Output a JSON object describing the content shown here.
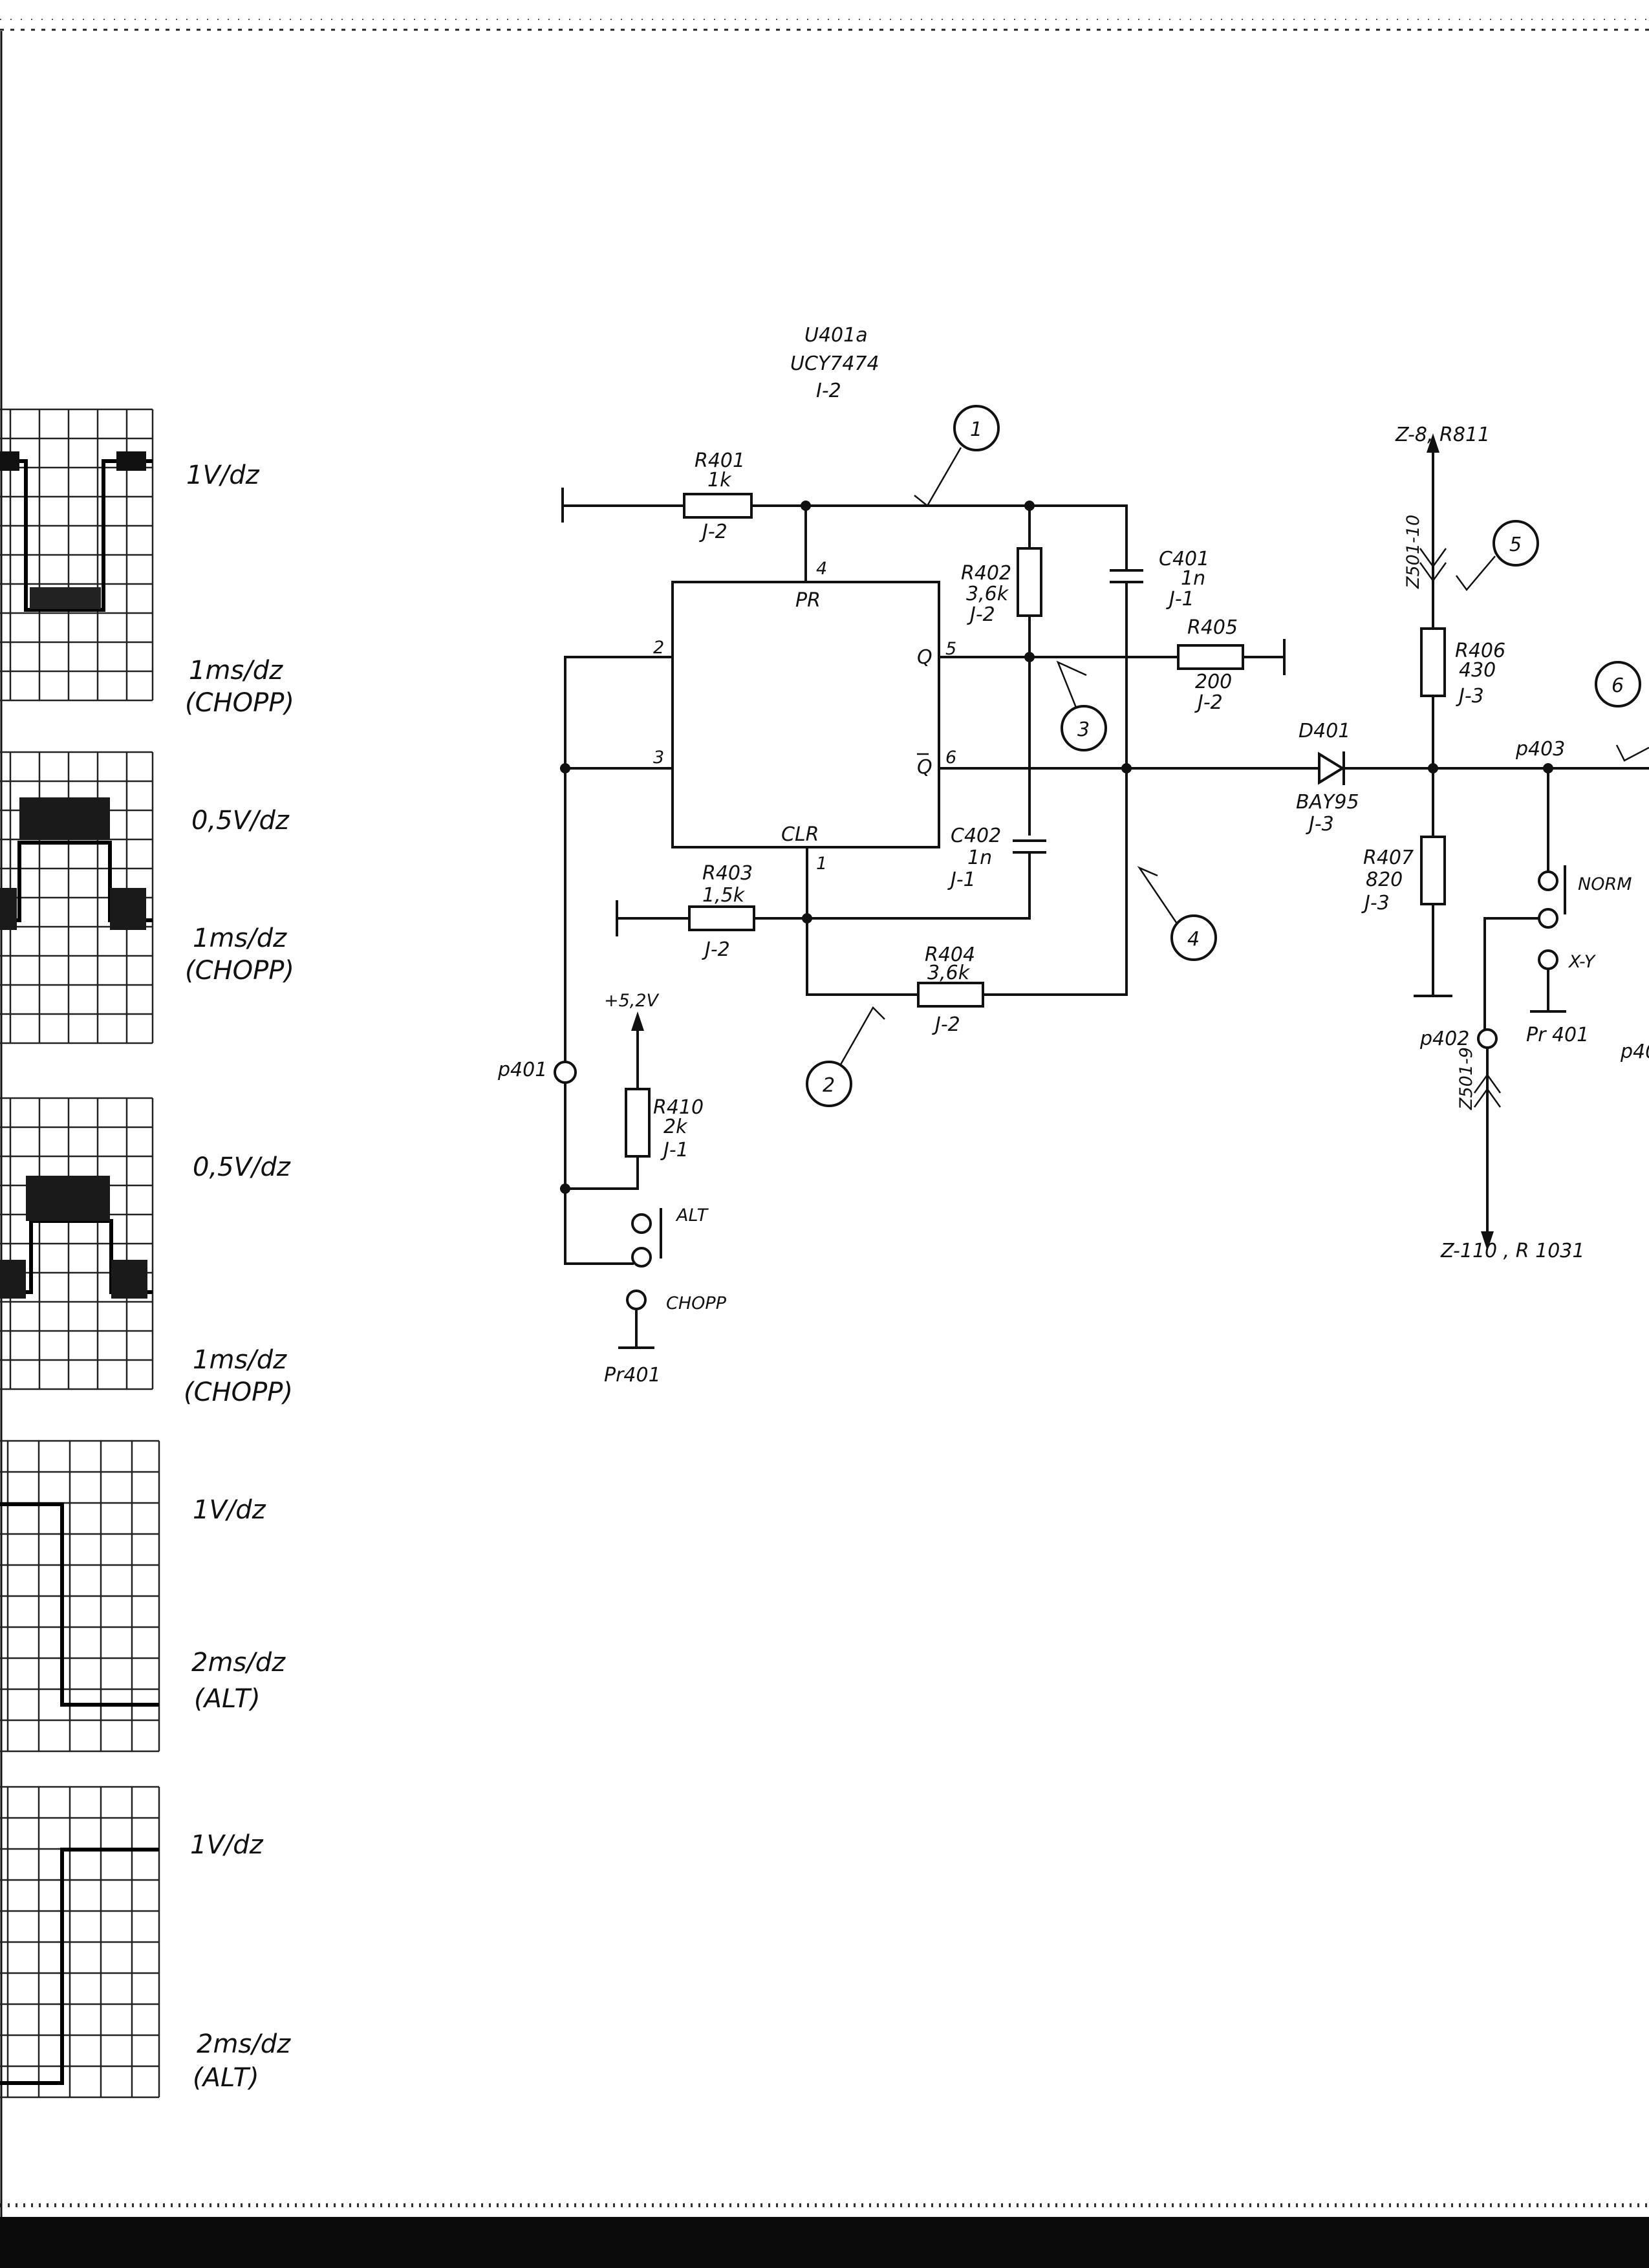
{
  "scope_panels": [
    {
      "volts": "1V/dz",
      "time": "1ms/dz",
      "mode": "(CHOPP)"
    },
    {
      "volts": "0,5V/dz",
      "time": "1ms/dz",
      "mode": "(CHOPP)"
    },
    {
      "volts": "0,5V/dz",
      "time": "1ms/dz",
      "mode": "(CHOPP)"
    },
    {
      "volts": "1V/dz",
      "time": "2ms/dz",
      "mode": "(ALT)"
    },
    {
      "volts": "1V/dz",
      "time": "2ms/dz",
      "mode": "(ALT)"
    }
  ],
  "ic": {
    "ref": "U401a",
    "part": "UCY7474",
    "loc": "I-2",
    "pin_pr": "PR",
    "pin_clr": "CLR",
    "pin_q": "Q",
    "pin_qbar": "Q",
    "pin_4": "4",
    "pin_2": "2",
    "pin_3": "3",
    "pin_5": "5",
    "pin_6": "6",
    "pin_1": "1"
  },
  "components": {
    "r401": {
      "ref": "R401",
      "value": "1k",
      "loc": "J-2"
    },
    "r402": {
      "ref": "R402",
      "value": "3,6k",
      "loc": "J-2"
    },
    "r403": {
      "ref": "R403",
      "value": "1,5k",
      "loc": "J-2"
    },
    "r404": {
      "ref": "R404",
      "value": "3,6k",
      "loc": "J-2"
    },
    "r405": {
      "ref": "R405",
      "value": "200",
      "loc": "J-2"
    },
    "r406": {
      "ref": "R406",
      "value": "430",
      "loc": "J-3"
    },
    "r407": {
      "ref": "R407",
      "value": "820",
      "loc": "J-3"
    },
    "r410": {
      "ref": "R410",
      "value": "2k",
      "loc": "J-1"
    },
    "c401": {
      "ref": "C401",
      "value": "1n",
      "loc": "J-1"
    },
    "c402": {
      "ref": "C402",
      "value": "1n",
      "loc": "J-1"
    },
    "d401": {
      "ref": "D401",
      "value": "BAY95",
      "loc": "J-3"
    }
  },
  "callouts": [
    "1",
    "2",
    "3",
    "4",
    "5",
    "6"
  ],
  "nets": {
    "supply": "+5,2V",
    "p401": "p401",
    "p402": "p402",
    "p403": "p403",
    "p40_cut": "p40",
    "pr401_left": "Pr401",
    "pr401_right": "Pr 401",
    "alt": "ALT",
    "chopp": "CHOPP",
    "norm": "NORM",
    "xy": "X-Y",
    "top_ref": "Z-8, R811",
    "z501_top": "Z501-10",
    "z501_bot": "Z501-9",
    "bottom_ref": "Z-110 , R 1031"
  }
}
